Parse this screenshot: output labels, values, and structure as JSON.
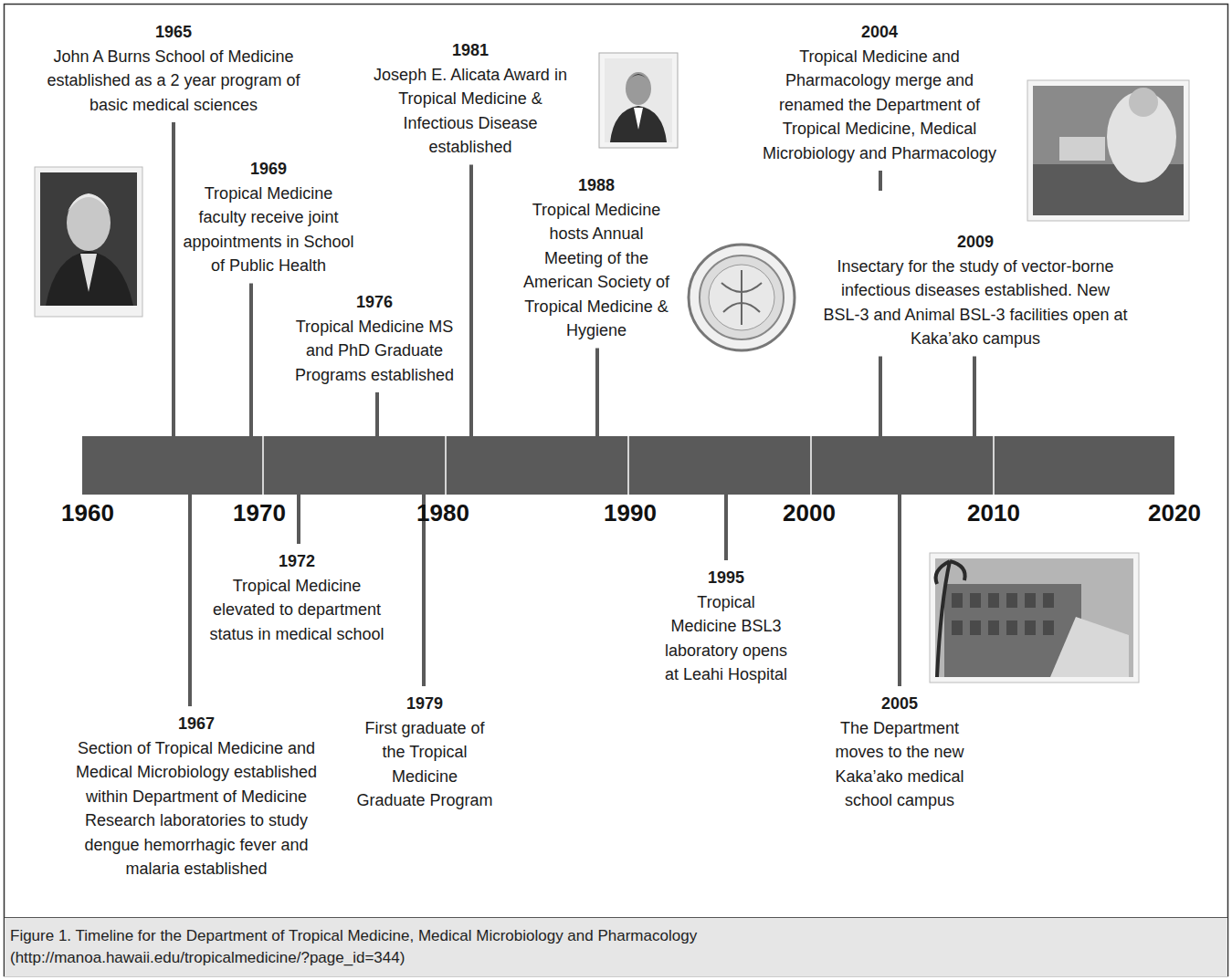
{
  "diagram": {
    "caption": "Figure 1. Timeline for the Department of Tropical Medicine, Medical Microbiology and Pharmacology (http://manoa.hawaii.edu/tropicalmedicine/?page_id=344)",
    "labels": [
      "1965",
      "John A Burns School of Medicine established as a 2 year program of basic medical sciences",
      "1969",
      "Tropical Medicine faculty receive joint appointments in School of Public Health",
      "1976",
      "Tropical Medicine MS and PhD Graduate Programs established",
      "1981",
      "Joseph E. Alicata Award in Tropical Medicine & Infectious Disease established",
      "1988",
      "Tropical Medicine hosts Annual Meeting of the American Society of Tropical Medicine & Hygiene",
      "2004",
      "Tropical Medicine and Pharmacology merge and renamed the Department of Tropical Medicine, Medical Microbiology and Pharmacology",
      "2009",
      "Insectary for the study of vector-borne infectious diseases established. New BSL-3 and Animal BSL-3 facilities open at Kaka’ako campus",
      "1960",
      "1970",
      "1980",
      "1990",
      "2000",
      "2010",
      "2020",
      "1967",
      "Section of Tropical Medicine and Medical Microbiology established within Department of Medicine Research laboratories to study dengue hemorrhagic fever and malaria established",
      "1972",
      "Tropical Medicine elevated to department status in medical school",
      "1979",
      "First graduate of the Tropical Medicine Graduate Program",
      "1995",
      "Tropical Medicine BSL3 laboratory opens at Leahi Hospital",
      "2005",
      "The Department moves to the new Kaka’ako medical school campus"
    ]
  }
}
